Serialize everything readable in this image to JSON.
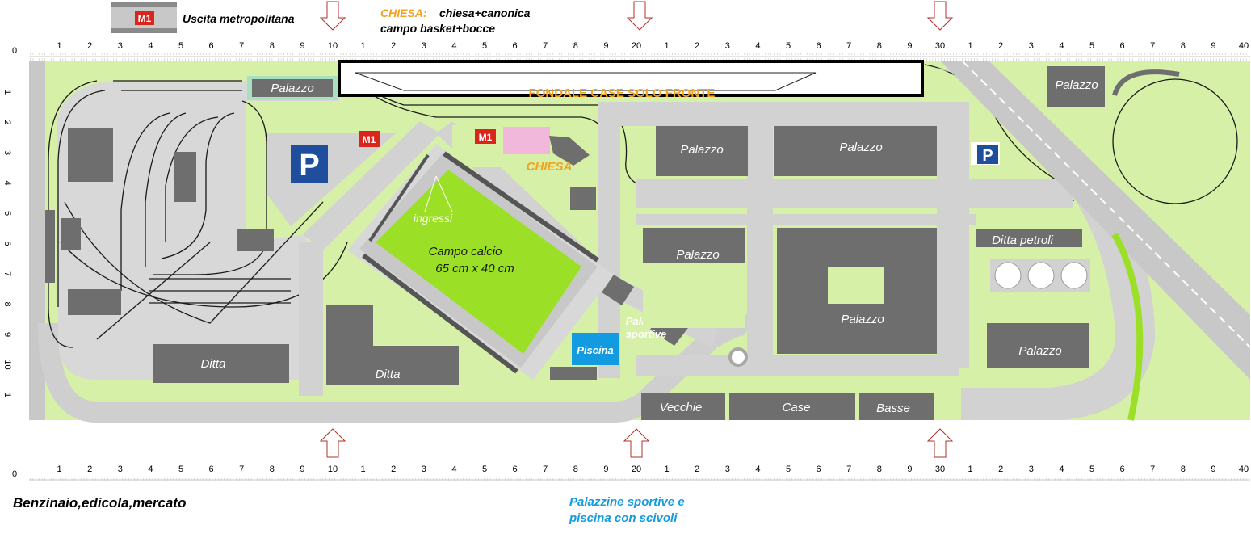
{
  "legend": {
    "metro_icon_text": "M1",
    "metro_exit_label": "Uscita metropolitana",
    "church_title": "CHIESA:",
    "church_desc_1": "chiesa+canonica",
    "church_desc_2": "campo basket+bocce"
  },
  "ruler": {
    "zero": "0",
    "ticks": [
      "1",
      "2",
      "3",
      "4",
      "5",
      "6",
      "7",
      "8",
      "9",
      "10",
      "1",
      "2",
      "3",
      "4",
      "5",
      "6",
      "7",
      "8",
      "9",
      "20",
      "1",
      "2",
      "3",
      "4",
      "5",
      "6",
      "7",
      "8",
      "9",
      "30",
      "1",
      "2",
      "3",
      "4",
      "5",
      "6",
      "7",
      "8",
      "9",
      "40"
    ],
    "side_ticks": [
      "1",
      "2",
      "3",
      "4",
      "5",
      "6",
      "7",
      "8",
      "9",
      "10",
      "1"
    ]
  },
  "map": {
    "backdrop_label": "FONDALE CASE SOLO FRONTE",
    "palazzo_top_left": "Palazzo",
    "palazzo_a": "Palazzo",
    "palazzo_b": "Palazzo",
    "palazzo_c": "Palazzo",
    "palazzo_center": "Palazzo",
    "palazzo_top_right": "Palazzo",
    "palazzo_bottom_right": "Palazzo",
    "parking_symbol": "P",
    "metro_text": "M1",
    "church_label": "CHIESA",
    "entrances_label": "ingressi",
    "field_label_1": "Campo calcio",
    "field_label_2": "65 cm x 40 cm",
    "sports_label_1": "Palazzine",
    "sports_label_2": "sportive",
    "pool_label": "Piscina",
    "ditta_left": "Ditta",
    "ditta_center": "Ditta",
    "oil_company": "Ditta petroli",
    "old_houses_1": "Vecchie",
    "old_houses_2": "Case",
    "old_houses_3": "Basse"
  },
  "footer": {
    "fuel_note": "Benzinaio,edicola,mercato",
    "sports_note_1": "Palazzine sportive e",
    "sports_note_2": "piscina con scivoli"
  },
  "colors": {
    "grass": "#d6f0a8",
    "road": "#d2d2d2",
    "building": "#6e6e6e",
    "field": "#9be026",
    "pool": "#129be0",
    "parking": "#1f4e9c",
    "metro": "#d9251c",
    "orange": "#f3a21b",
    "arrow": "#b0302a"
  }
}
